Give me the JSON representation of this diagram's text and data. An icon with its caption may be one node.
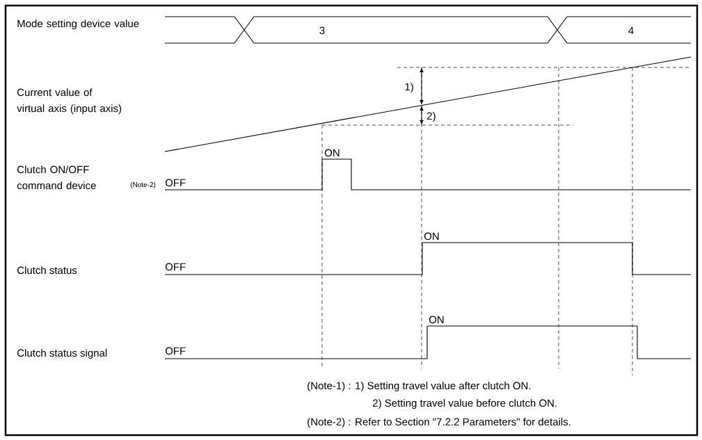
{
  "diagram": {
    "labels": [
      "Mode setting device value",
      "3",
      "4",
      "Current value of virtual axis (input axis)",
      "1)",
      "2)",
      "ON",
      "Clutch ON/OFF command device",
      "(Note-2)",
      "OFF",
      "ON",
      "Clutch status",
      "OFF",
      "ON",
      "Clutch status signal",
      "OFF",
      "(Note-1) : 1) Setting travel value after clutch ON.",
      "2) Setting travel value before clutch ON.",
      "(Note-2) : Refer to Section \"7.2.2 Parameters\" for details."
    ]
  }
}
